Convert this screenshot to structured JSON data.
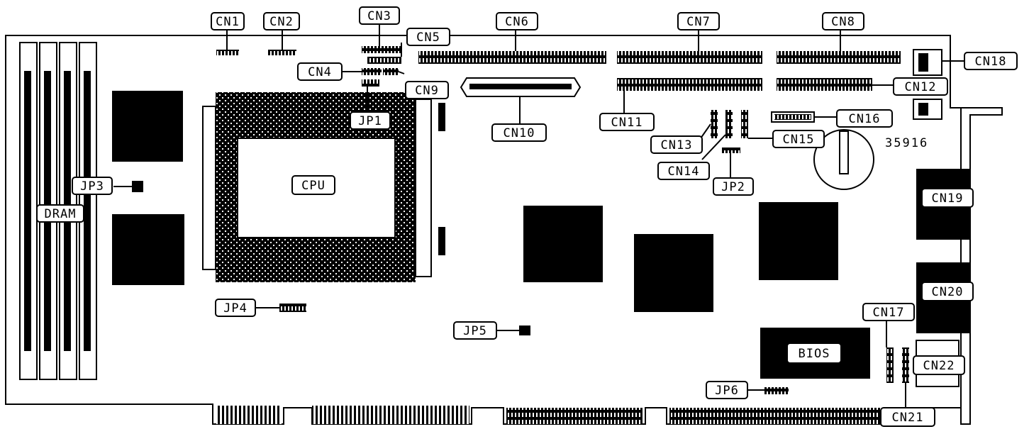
{
  "figure_id": "35916",
  "components": {
    "cpu": "CPU",
    "dram": "DRAM",
    "bios": "BIOS"
  },
  "connectors": {
    "cn1": "CN1",
    "cn2": "CN2",
    "cn3": "CN3",
    "cn4": "CN4",
    "cn5": "CN5",
    "cn6": "CN6",
    "cn7": "CN7",
    "cn8": "CN8",
    "cn9": "CN9",
    "cn10": "CN10",
    "cn11": "CN11",
    "cn12": "CN12",
    "cn13": "CN13",
    "cn14": "CN14",
    "cn15": "CN15",
    "cn16": "CN16",
    "cn17": "CN17",
    "cn18": "CN18",
    "cn19": "CN19",
    "cn20": "CN20",
    "cn21": "CN21",
    "cn22": "CN22"
  },
  "jumpers": {
    "jp1": "JP1",
    "jp2": "JP2",
    "jp3": "JP3",
    "jp4": "JP4",
    "jp5": "JP5",
    "jp6": "JP6"
  }
}
